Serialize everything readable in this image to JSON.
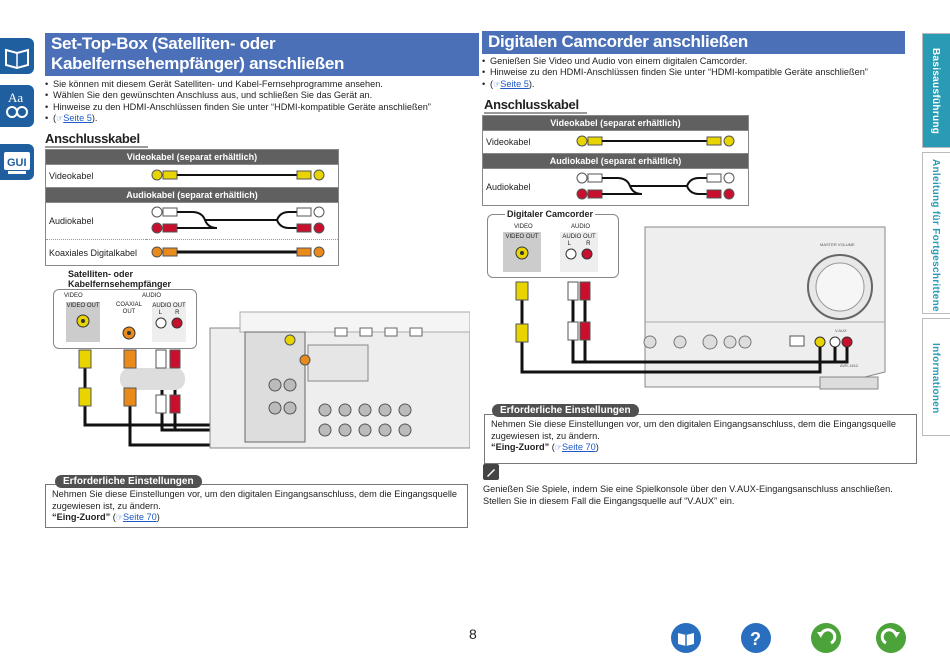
{
  "left_icons": [
    {
      "name": "book-icon",
      "label": ""
    },
    {
      "name": "dictionary-icon",
      "label": "Aa"
    },
    {
      "name": "gui-icon",
      "label": "GUI"
    }
  ],
  "left_section": {
    "title": "Set-Top-Box (Satelliten- oder Kabelfernsehempfänger) anschließen",
    "bullets": [
      "Sie können mit diesem Gerät Satelliten- und Kabel-Fernsehprogramme ansehen.",
      "Wählen Sie den gewünschten Anschluss aus, und schließen Sie das Gerät an.",
      "Hinweise zu den HDMI-Anschlüssen finden Sie unter “HDMI-kompatible Geräte anschließen”"
    ],
    "bullet_link_prefix": "(",
    "bullet_link": "Seite 5",
    "bullet_link_suffix": ").",
    "cable_heading": "Anschlusskabel",
    "cable_table": {
      "video_header": "Videokabel (separat erhältlich)",
      "video_label": "Videokabel",
      "audio_header": "Audiokabel (separat erhältlich)",
      "audio_label": "Audiokabel",
      "coax_label": "Koaxiales Digitalkabel"
    },
    "device": {
      "name_line1": "Satelliten- oder",
      "name_line2": "Kabelfernsehempfänger",
      "video_group": "VIDEO",
      "audio_group": "AUDIO",
      "video_out": "VIDEO OUT",
      "coaxial_out": "COAXIAL OUT",
      "audio_out": "AUDIO OUT",
      "l": "L",
      "r": "R"
    },
    "settings": {
      "tag": "Erforderliche Einstellungen",
      "text": "Nehmen Sie diese Einstellungen vor, um den digitalen Eingangsanschluss, dem die Eingangsquelle zugewiesen ist, zu ändern.",
      "menu": "“Eing-Zuord”",
      "link_prefix": "(",
      "link": "Seite 70",
      "link_suffix": ")"
    }
  },
  "right_section": {
    "title": "Digitalen Camcorder anschließen",
    "bullets": [
      "Genießen Sie Video und Audio von einem digitalen Camcorder.",
      "Hinweise zu den HDMI-Anschlüssen finden Sie unter “HDMI-kompatible Geräte anschließen”"
    ],
    "bullet_link_prefix": "(",
    "bullet_link": "Seite 5",
    "bullet_link_suffix": ").",
    "cable_heading": "Anschlusskabel",
    "cable_table": {
      "video_header": "Videokabel (separat erhältlich)",
      "video_label": "Videokabel",
      "audio_header": "Audiokabel (separat erhältlich)",
      "audio_label": "Audiokabel"
    },
    "device": {
      "name": "Digitaler Camcorder",
      "video_group": "VIDEO",
      "audio_group": "AUDIO",
      "video_out": "VIDEO OUT",
      "audio_out": "AUDIO OUT",
      "l": "L",
      "r": "R"
    },
    "settings": {
      "tag": "Erforderliche Einstellungen",
      "text": "Nehmen Sie diese Einstellungen vor, um den digitalen Eingangsanschluss, dem die Eingangsquelle zugewiesen ist, zu ändern.",
      "menu": "“Eing-Zuord”",
      "link_prefix": "(",
      "link": "Seite 70",
      "link_suffix": ")"
    },
    "note": "Genießen Sie Spiele, indem Sie eine Spielkonsole über den V.AUX-Eingangsanschluss anschließen. Stellen Sie in diesem Fall die Eingangsquelle auf “V.AUX” ein."
  },
  "receiver": {
    "model": "AVR-1612",
    "master_volume": "MASTER VOLUME",
    "vaux": "V.AUX"
  },
  "side_tabs": [
    {
      "label": "Basisausführung",
      "active": true
    },
    {
      "label": "Anleitung für Fortgeschrittene",
      "active": false
    },
    {
      "label": "Informationen",
      "active": false
    }
  ],
  "page_number": "8",
  "colors": {
    "title_bar": "#4b70b7",
    "active_tab": "#2a9bb4",
    "link": "#1e5ac8",
    "video_plug": "#e8d400",
    "audio_red": "#c8102e",
    "coax_orange": "#e98a1a"
  }
}
